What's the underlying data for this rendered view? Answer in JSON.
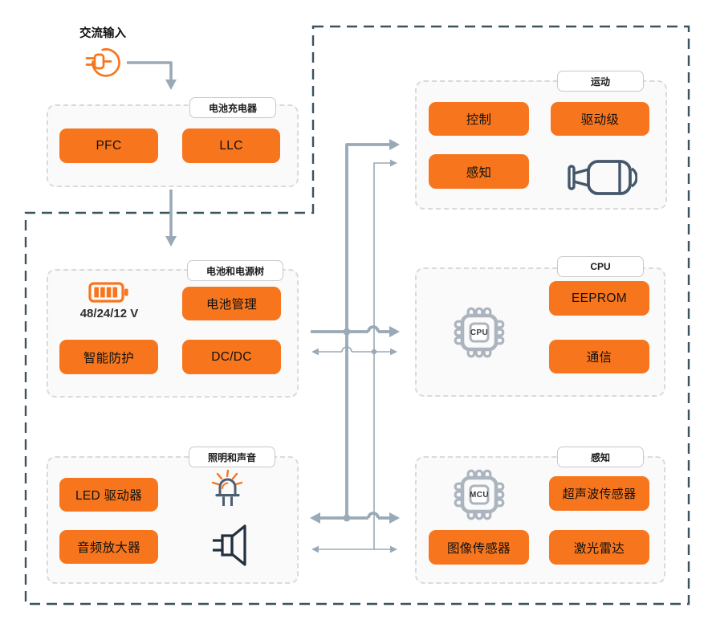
{
  "diagram": {
    "ac_input_label": "交流输入",
    "groups": {
      "charger": {
        "badge": "电池充电器",
        "pfc": "PFC",
        "llc": "LLC"
      },
      "power": {
        "badge": "电池和电源树",
        "voltage": "48/24/12 V",
        "battery_mgmt": "电池管理",
        "protection": "智能防护",
        "dcdc": "DC/DC"
      },
      "lighting": {
        "badge": "照明和声音",
        "led_driver": "LED 驱动器",
        "audio_amp": "音频放大器"
      },
      "motion": {
        "badge": "运动",
        "control": "控制",
        "drive_stage": "驱动级",
        "sensing": "感知"
      },
      "cpu": {
        "badge": "CPU",
        "chip_label": "CPU",
        "eeprom": "EEPROM",
        "comm": "通信"
      },
      "perception": {
        "badge": "感知",
        "chip_label": "MCU",
        "ultrasonic": "超声波传感器",
        "image_sensor": "图像传感器",
        "lidar": "激光雷达"
      }
    },
    "colors": {
      "accent_orange": "#f7761d",
      "bus_gray": "#9aa9b6",
      "boundary_dark": "#3c525d",
      "chip_gray": "#acb5bf",
      "icon_slate": "#44576b"
    }
  }
}
